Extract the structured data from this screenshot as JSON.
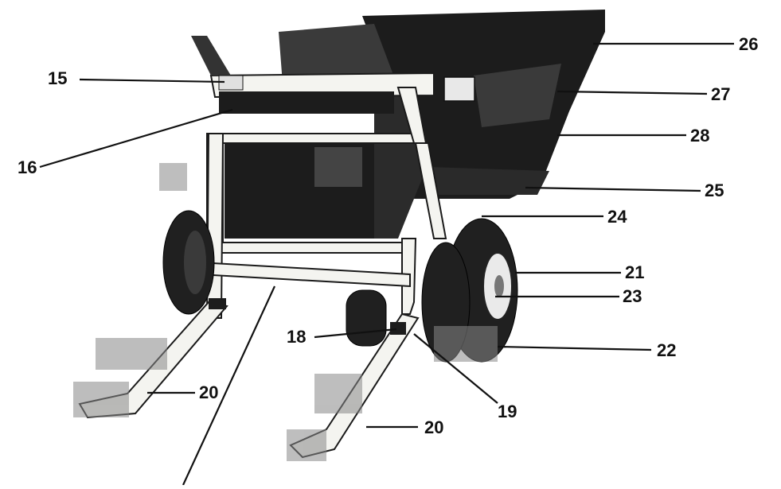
{
  "diagram": {
    "callouts": {
      "c15": "15",
      "c16": "16",
      "c18": "18",
      "c19": "19",
      "c20a": "20",
      "c20b": "20",
      "c21": "21",
      "c22": "22",
      "c23": "23",
      "c24": "24",
      "c25": "25",
      "c26": "26",
      "c27": "27",
      "c28": "28"
    },
    "colors": {
      "ink": "#111111",
      "frame": "#f4f4f0",
      "body": "#1c1c1c",
      "background": "#ffffff"
    }
  }
}
